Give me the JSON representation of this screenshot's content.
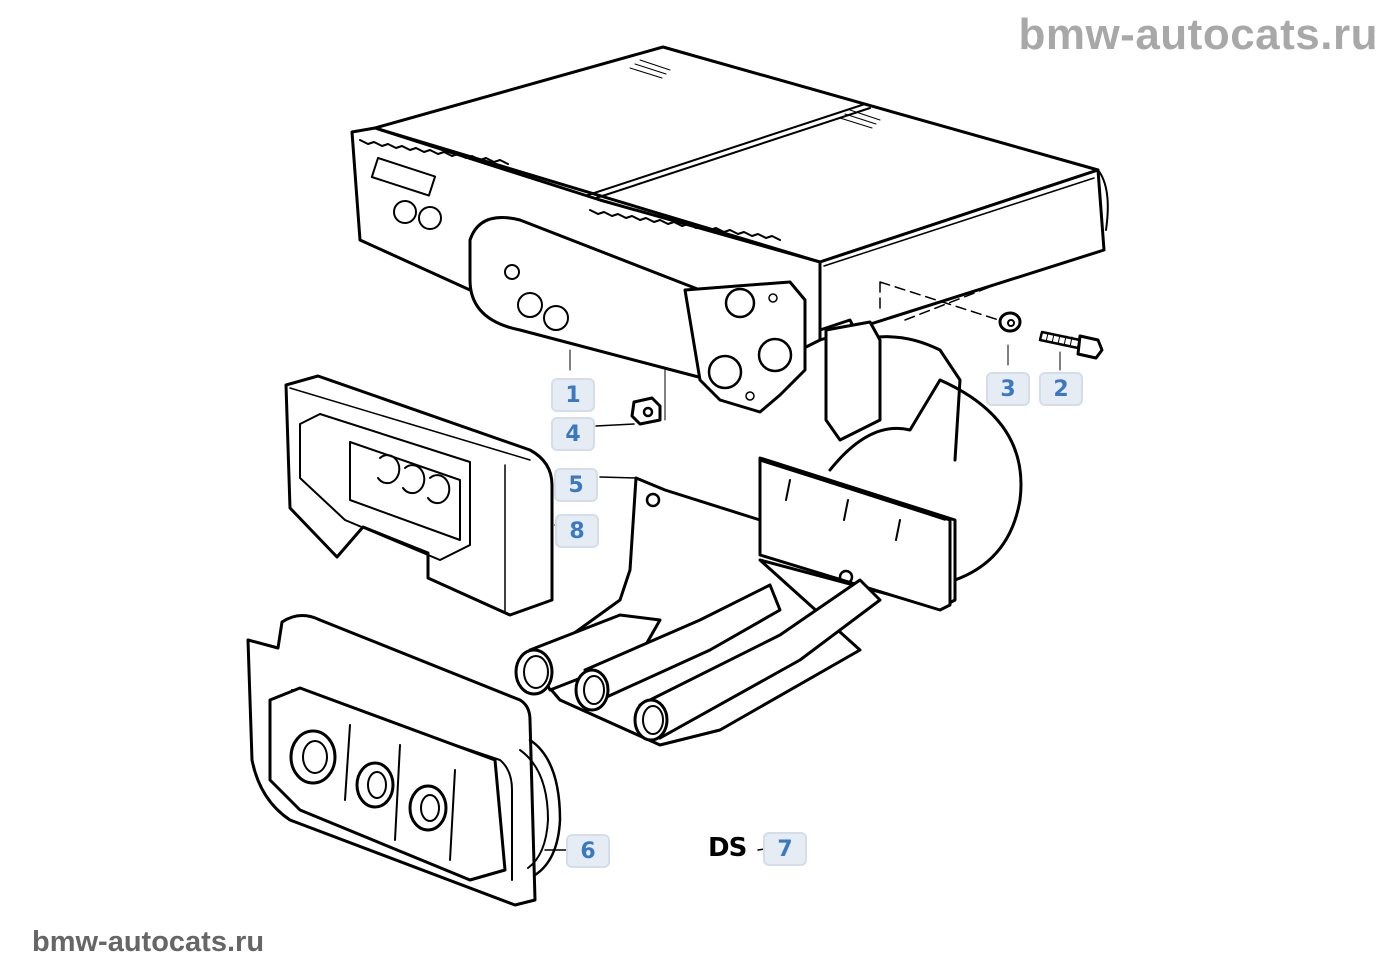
{
  "watermark": {
    "top": "bmw-autocats.ru",
    "bottom": "bmw-autocats.ru"
  },
  "diagram": {
    "title": "Heater core / radiator assembly exploded view",
    "parts": [
      {
        "id": "1",
        "label": "1",
        "name": "heater-radiator"
      },
      {
        "id": "2",
        "label": "2",
        "name": "bolt"
      },
      {
        "id": "3",
        "label": "3",
        "name": "washer"
      },
      {
        "id": "4",
        "label": "4",
        "name": "nut-clip"
      },
      {
        "id": "5",
        "label": "5",
        "name": "pipe-connection"
      },
      {
        "id": "6",
        "label": "6",
        "name": "sealing-frame"
      },
      {
        "id": "7",
        "label": "7",
        "name": "ds-marking"
      },
      {
        "id": "8",
        "label": "8",
        "name": "seal-gasket"
      }
    ],
    "annotation_text": "DS",
    "colors": {
      "badge_bg": "#e6ecf4",
      "badge_border": "#d4dde9",
      "badge_text": "#3a78c0",
      "line": "#000000"
    }
  }
}
